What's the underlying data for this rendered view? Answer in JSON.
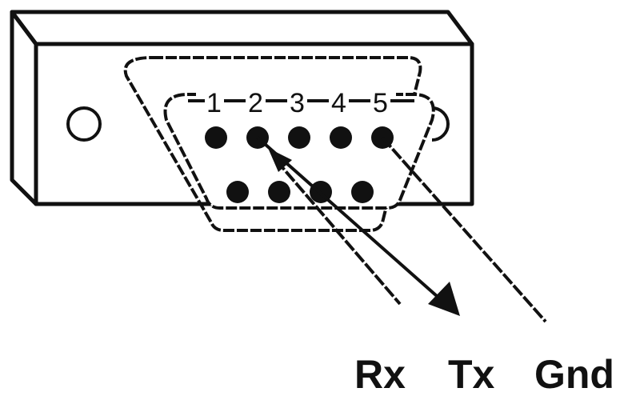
{
  "diagram": {
    "pin_numbers": [
      "1",
      "2",
      "3",
      "4",
      "5"
    ],
    "signal_labels": {
      "rx": "Rx",
      "tx": "Tx",
      "gnd": "Gnd"
    },
    "colors": {
      "stroke": "#111111",
      "background": "#ffffff"
    }
  }
}
